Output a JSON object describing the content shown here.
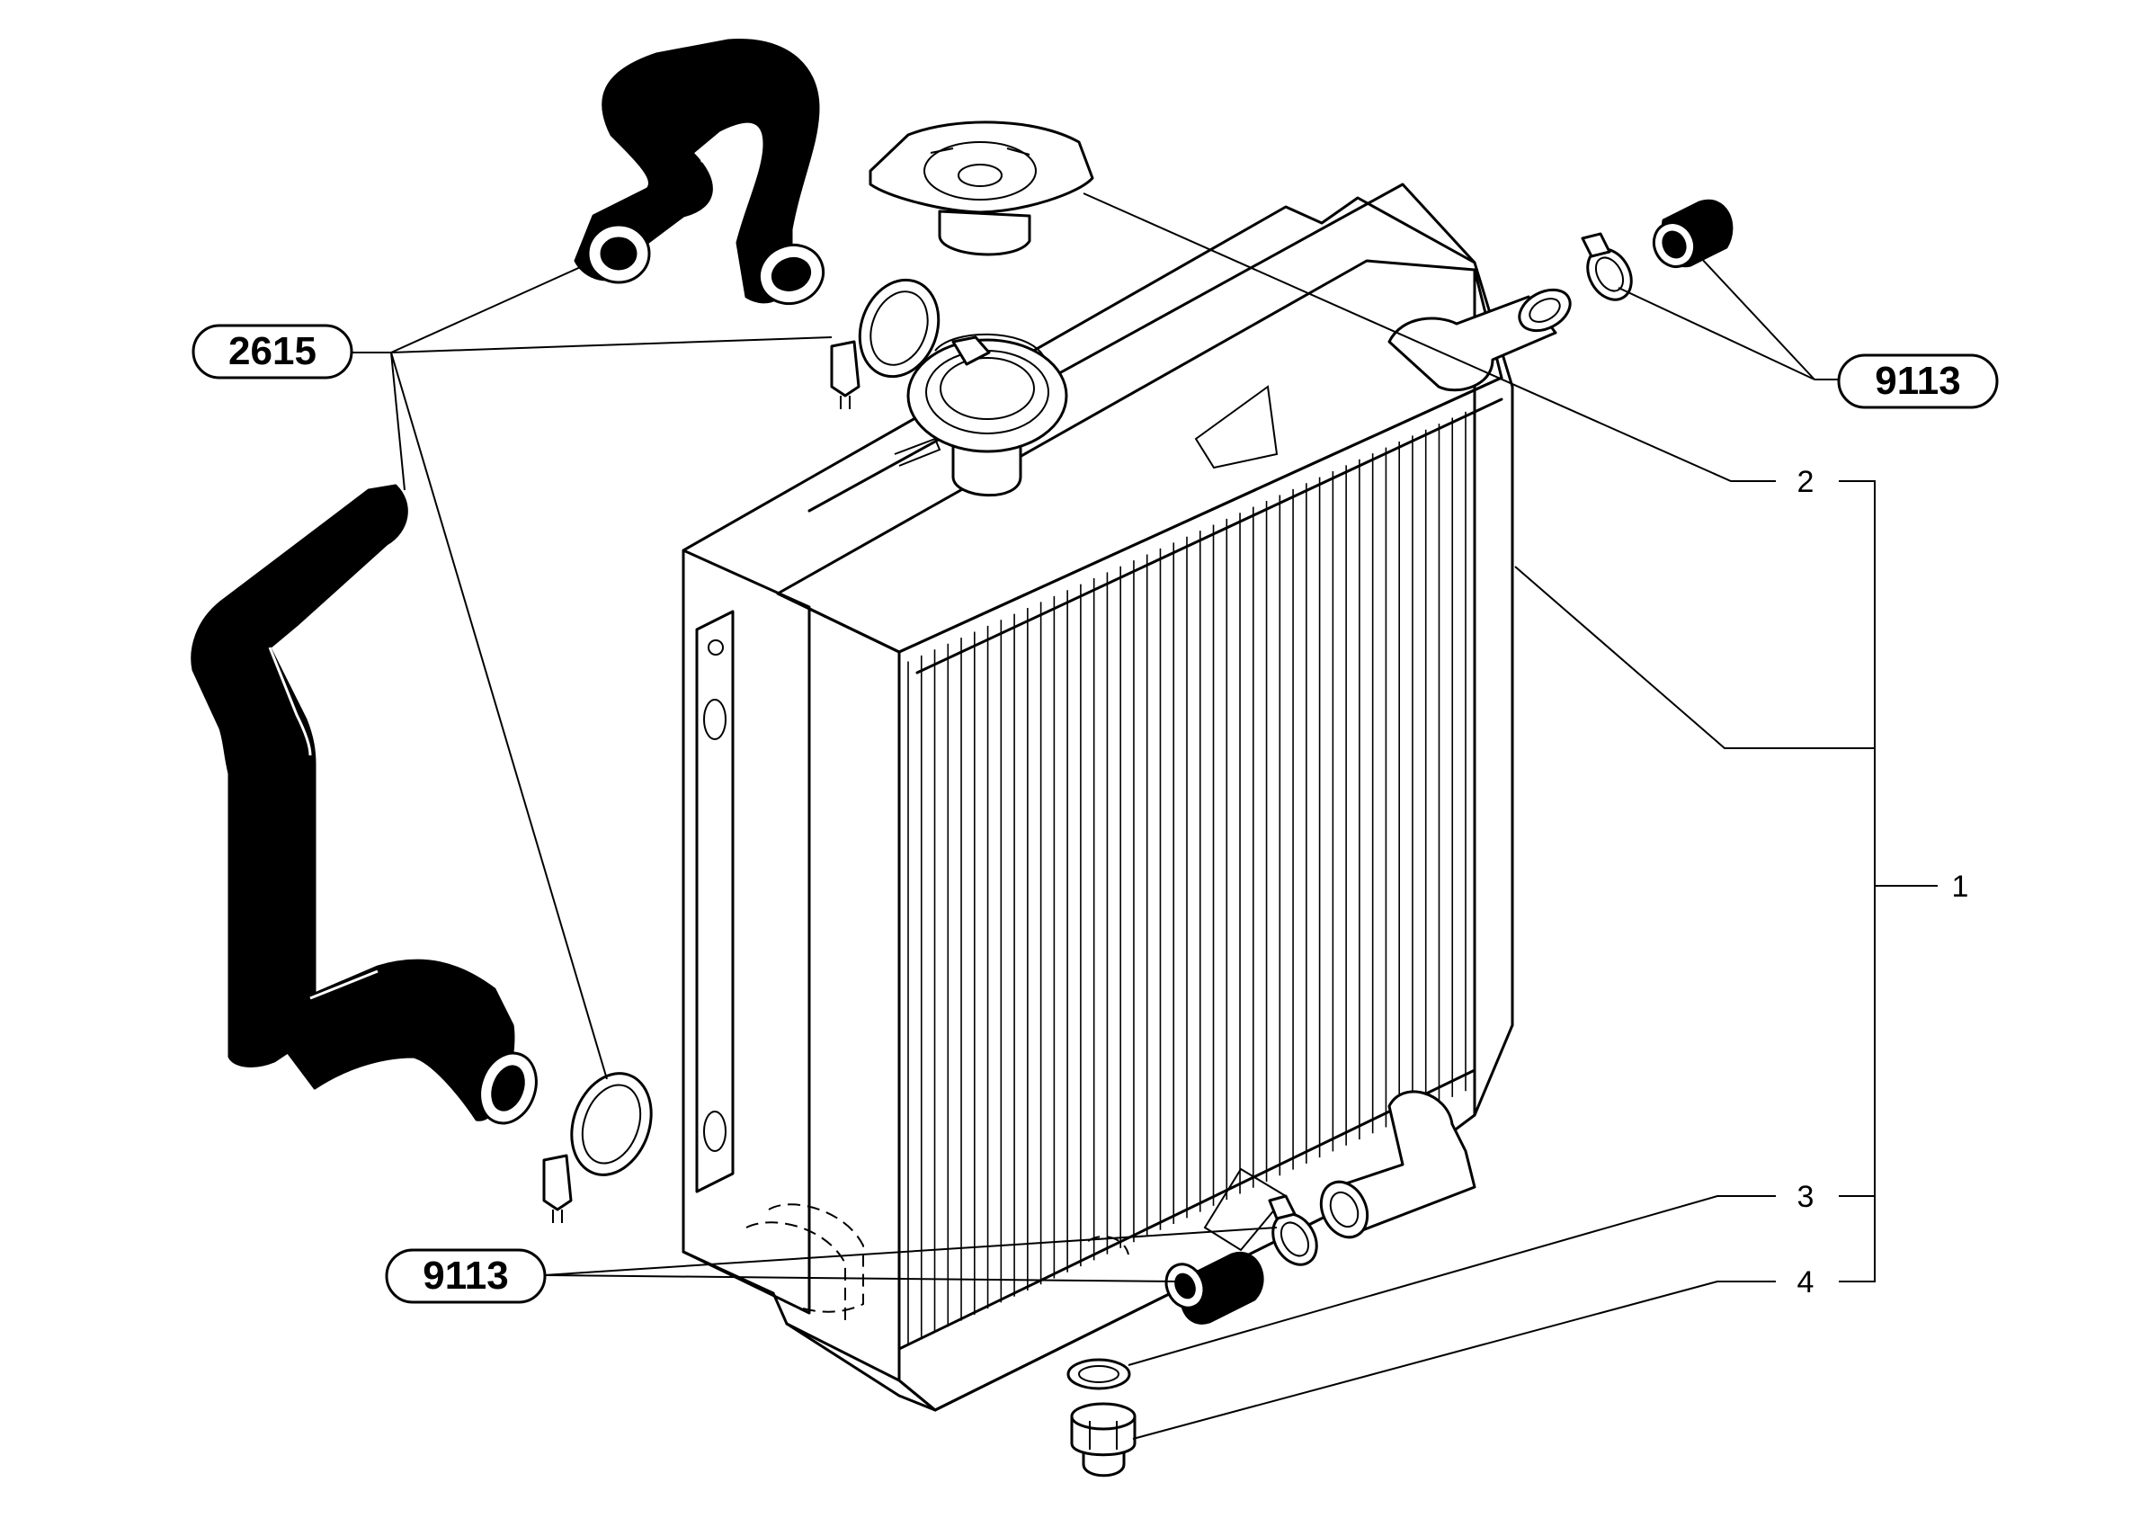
{
  "refs": {
    "hose_kit": "2615",
    "clamp_kit_top": "9113",
    "clamp_kit_bottom": "9113"
  },
  "items": {
    "assembly": "1",
    "cap": "2",
    "washer": "3",
    "plug": "4"
  }
}
